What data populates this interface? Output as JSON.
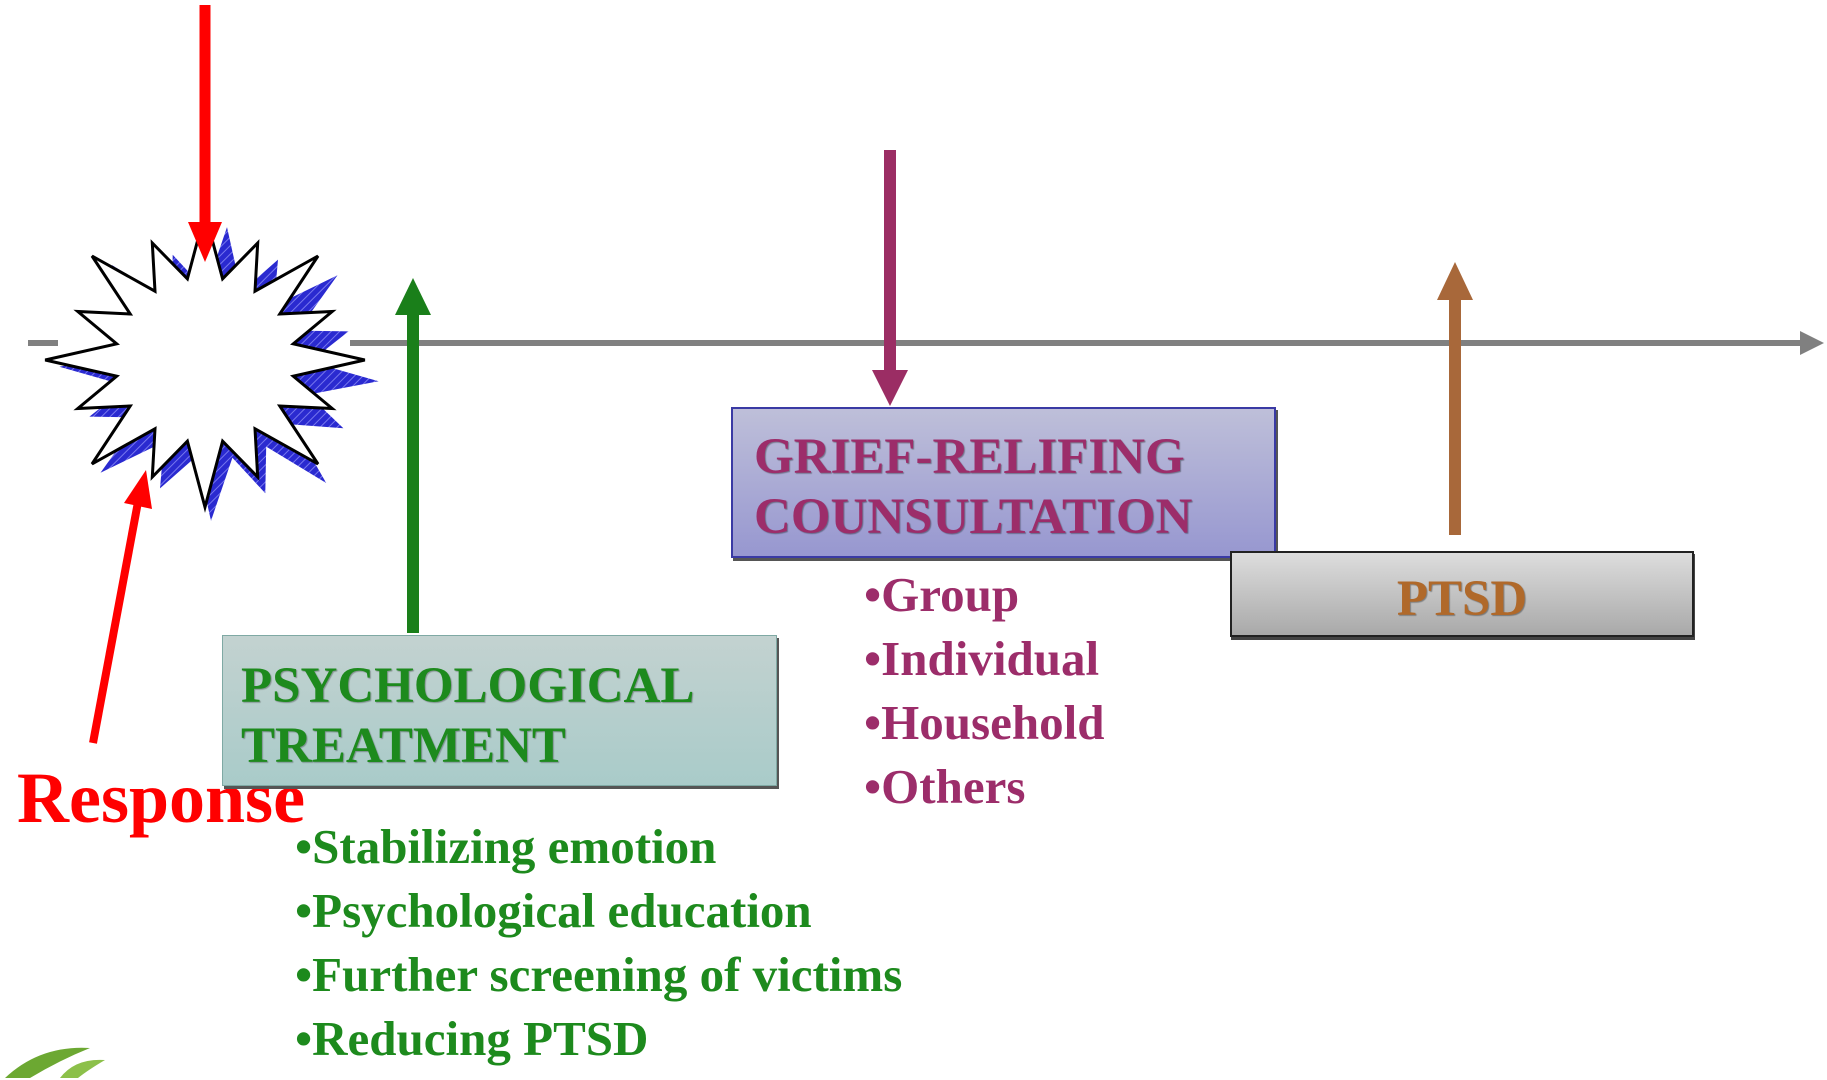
{
  "colors": {
    "axis": "#808080",
    "response": "#ff0000",
    "psych": "#1d8a1d",
    "grief": "#9c2d6a",
    "ptsd": "#b0692a",
    "burst_fill": "#ffffff",
    "burst_shadow": "#3333cc"
  },
  "response": {
    "label": "Response"
  },
  "psych": {
    "title": "PSYCHOLOGICAL\nTREATMENT",
    "items": [
      "Stabilizing emotion",
      "Psychological education",
      "Further screening of victims",
      "Reducing PTSD"
    ]
  },
  "grief": {
    "title": "GRIEF-RELIFING\nCOUNSULTATION",
    "items": [
      "Group",
      "Individual",
      "Household",
      "Others"
    ]
  },
  "ptsd": {
    "title": "PTSD"
  }
}
